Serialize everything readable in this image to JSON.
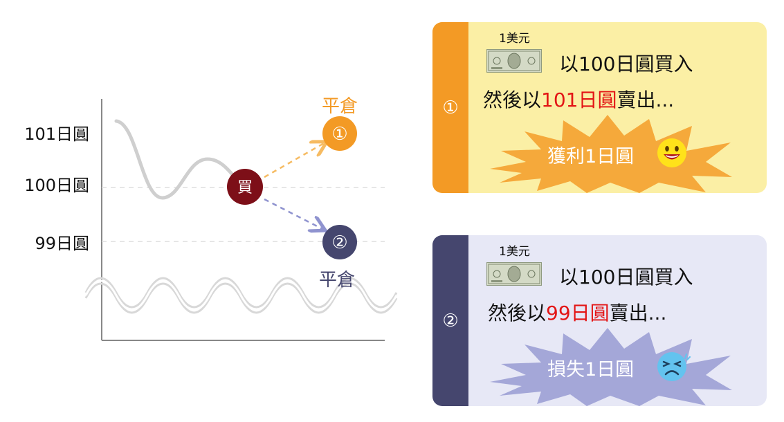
{
  "chart": {
    "y_labels": [
      "101日圓",
      "100日圓",
      "99日圓"
    ],
    "buy_marker": "買",
    "outcomes": [
      {
        "marker": "①",
        "label": "平倉",
        "color": "#f39a25"
      },
      {
        "marker": "②",
        "label": "平倉",
        "color": "#45466e"
      }
    ]
  },
  "cards": [
    {
      "badge": "①",
      "bill_caption": "1美元",
      "buy_text": "以100日圓買入",
      "sell_prefix": "然後以",
      "sell_highlight": "101日圓",
      "sell_suffix": "賣出...",
      "result": "獲利1日圓",
      "face": "smile-face-icon",
      "accent": "#f39a25",
      "background": "#fbefa5",
      "burst_color": "#f5a93b"
    },
    {
      "badge": "②",
      "bill_caption": "1美元",
      "buy_text": "以100日圓買入",
      "sell_prefix": "然後以",
      "sell_highlight": "99日圓",
      "sell_suffix": "賣出...",
      "result": "損失1日圓",
      "face": "sad-face-icon",
      "accent": "#45466e",
      "background": "#e7e8f6",
      "burst_color": "#a4a7d8"
    }
  ]
}
